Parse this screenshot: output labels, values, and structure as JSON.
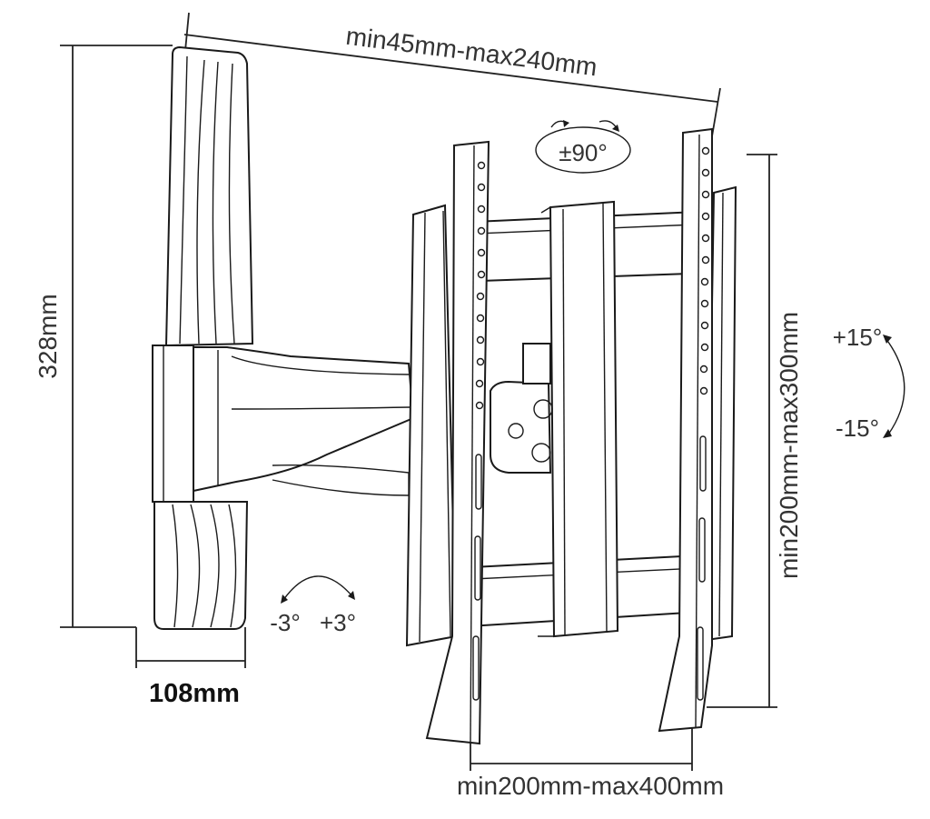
{
  "dimensions": {
    "arm_depth": "min45mm-max240mm",
    "height": "328mm",
    "wall_plate_width": "108mm",
    "vertical_vesa": "min200mm-max300mm",
    "horizontal_vesa": "min200mm-max400mm"
  },
  "rotation": {
    "rotate": "±90°",
    "tilt_up": "+15°",
    "tilt_down": "-15°",
    "level_minus": "-3°",
    "level_plus": "+3°"
  }
}
